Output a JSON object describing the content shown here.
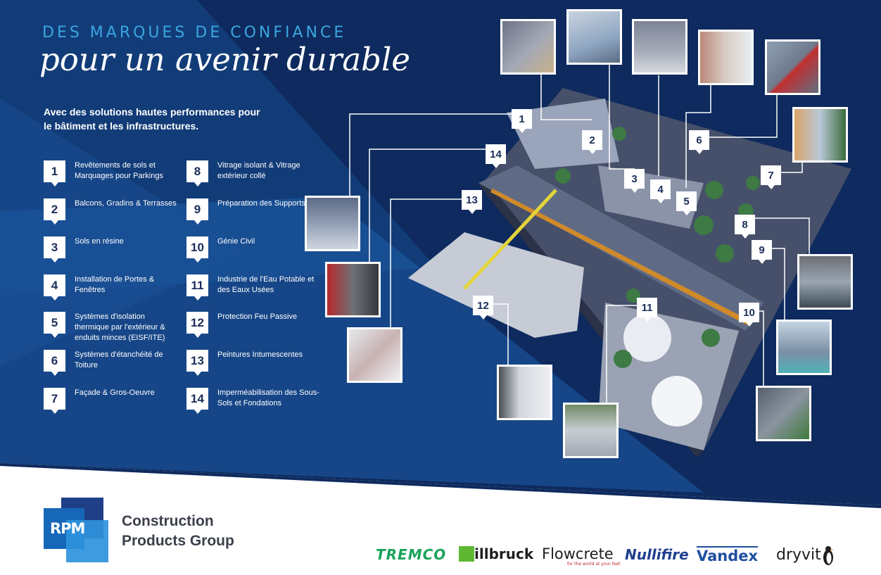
{
  "kicker": "DES MARQUES DE CONFIANCE",
  "headline": "pour un avenir durable",
  "intro": "Avec des solutions hautes performances pour le bâtiment et les infrastructures.",
  "legend": [
    {
      "num": "1",
      "text": "Revêtements de sols et Marquages pour Parkings"
    },
    {
      "num": "2",
      "text": "Balcons, Gradins & Terrasses"
    },
    {
      "num": "3",
      "text": "Sols en résine"
    },
    {
      "num": "4",
      "text": "Installation de Portes & Fenêtres"
    },
    {
      "num": "5",
      "text": "Systèmes d'isolation thermique par l'extérieur & enduits minces (EISF/ITE)"
    },
    {
      "num": "6",
      "text": "Systèmes d'étanchéité de Toiture"
    },
    {
      "num": "7",
      "text": "Façade & Gros-Oeuvre"
    },
    {
      "num": "8",
      "text": "Vitrage isolant & Vitrage extérieur collé"
    },
    {
      "num": "9",
      "text": "Préparation des Supports"
    },
    {
      "num": "10",
      "text": "Génie Civil"
    },
    {
      "num": "11",
      "text": "Industrie de l'Eau Potable et des Eaux Usées"
    },
    {
      "num": "12",
      "text": "Protection Feu Passive"
    },
    {
      "num": "13",
      "text": "Peintures Intumescentes"
    },
    {
      "num": "14",
      "text": "Imperméabilisation des Sous-Sols et Fondations"
    }
  ],
  "callouts": [
    "1",
    "2",
    "3",
    "4",
    "5",
    "6",
    "7",
    "8",
    "9",
    "10",
    "11",
    "12",
    "13",
    "14"
  ],
  "company": {
    "logo_text": "RPM",
    "name_line1": "Construction",
    "name_line2": "Products Group"
  },
  "brands": [
    {
      "name": "TREMCO",
      "color": "#1aa35b"
    },
    {
      "name": "illbruck",
      "color": "#1e1e1e"
    },
    {
      "name": "Flowcrete",
      "color": "#1e1e1e",
      "tagline": "for the world at your feet"
    },
    {
      "name": "Nullifire",
      "color": "#1f3f8f"
    },
    {
      "name": "Vandex",
      "color": "#1f4f9f"
    },
    {
      "name": "dryvit",
      "color": "#1e1e1e"
    }
  ],
  "colors": {
    "navy": "#0e2a5e",
    "mid_blue": "#1c4d94",
    "accent_blue": "#3aa6e0",
    "white": "#ffffff"
  }
}
